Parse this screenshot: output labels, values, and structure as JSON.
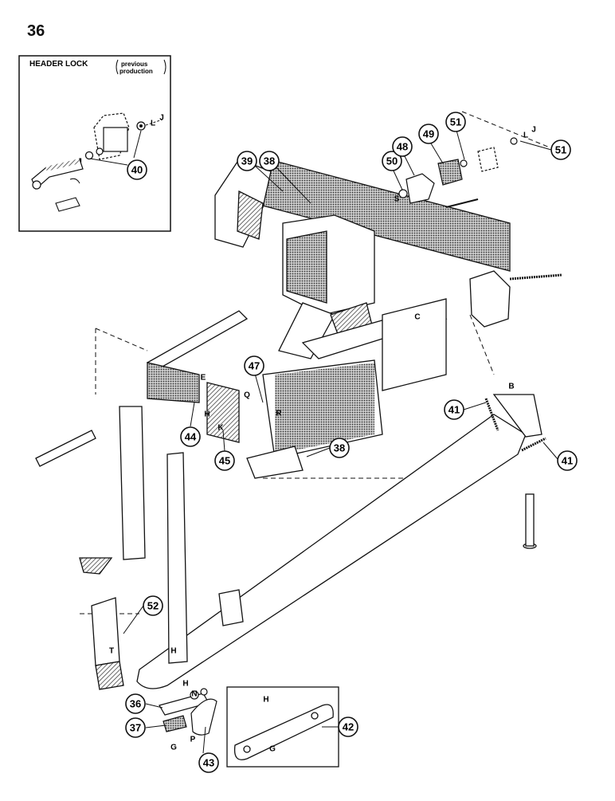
{
  "page_number": "36",
  "inset": {
    "title": "HEADER LOCK",
    "paren_line1": "previous",
    "paren_line2": "production",
    "callouts": [
      "40"
    ],
    "letters": [
      "L",
      "J",
      "J"
    ]
  },
  "callouts": [
    {
      "id": "c39",
      "label": "39"
    },
    {
      "id": "c38a",
      "label": "38"
    },
    {
      "id": "c50",
      "label": "50"
    },
    {
      "id": "c48",
      "label": "48"
    },
    {
      "id": "c49",
      "label": "49"
    },
    {
      "id": "c51a",
      "label": "51"
    },
    {
      "id": "c51b",
      "label": "51"
    },
    {
      "id": "c47",
      "label": "47"
    },
    {
      "id": "c44",
      "label": "44"
    },
    {
      "id": "c45",
      "label": "45"
    },
    {
      "id": "c38b",
      "label": "38"
    },
    {
      "id": "c41a",
      "label": "41"
    },
    {
      "id": "c41b",
      "label": "41"
    },
    {
      "id": "c52",
      "label": "52"
    },
    {
      "id": "c36",
      "label": "36"
    },
    {
      "id": "c37",
      "label": "37"
    },
    {
      "id": "c43",
      "label": "43"
    },
    {
      "id": "c42",
      "label": "42"
    }
  ],
  "letters": {
    "s": "S",
    "lj_l": "L",
    "lj_j": "J",
    "c": "C",
    "b": "B",
    "e": "E",
    "h1": "H",
    "k": "K",
    "q": "Q",
    "r": "R",
    "t": "T",
    "h2": "H",
    "h3": "H",
    "n": "N",
    "g1": "G",
    "p": "P",
    "h4": "H",
    "g2": "G"
  },
  "colors": {
    "ink": "#111111",
    "paper": "#ffffff",
    "hatch": "#555555"
  }
}
